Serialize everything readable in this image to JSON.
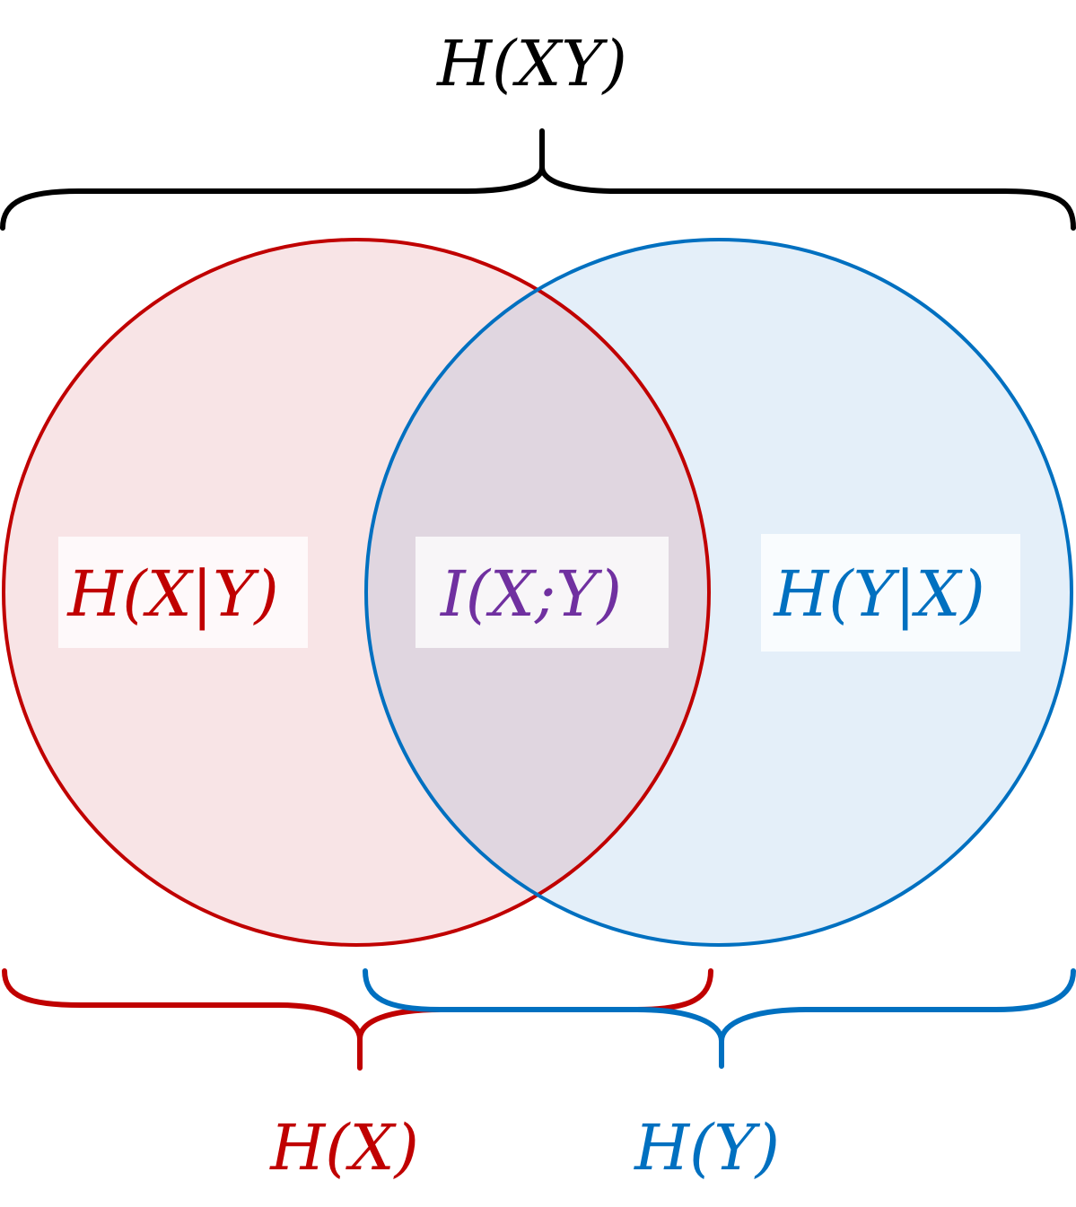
{
  "colors": {
    "x_stroke": "#C00000",
    "x_fill": "#F8E4E6",
    "y_stroke": "#0070C0",
    "y_fill": "#E4EFF9",
    "overlap_fill": "#E0D6E0",
    "mutual_text": "#7030A0",
    "joint_text": "#000000"
  },
  "labels": {
    "joint_entropy": "H(XY)",
    "conditional_x_given_y": "H(X|Y)",
    "mutual_information": "I(X;Y)",
    "conditional_y_given_x": "H(Y|X)",
    "entropy_x": "H(X)",
    "entropy_y": "H(Y)"
  }
}
